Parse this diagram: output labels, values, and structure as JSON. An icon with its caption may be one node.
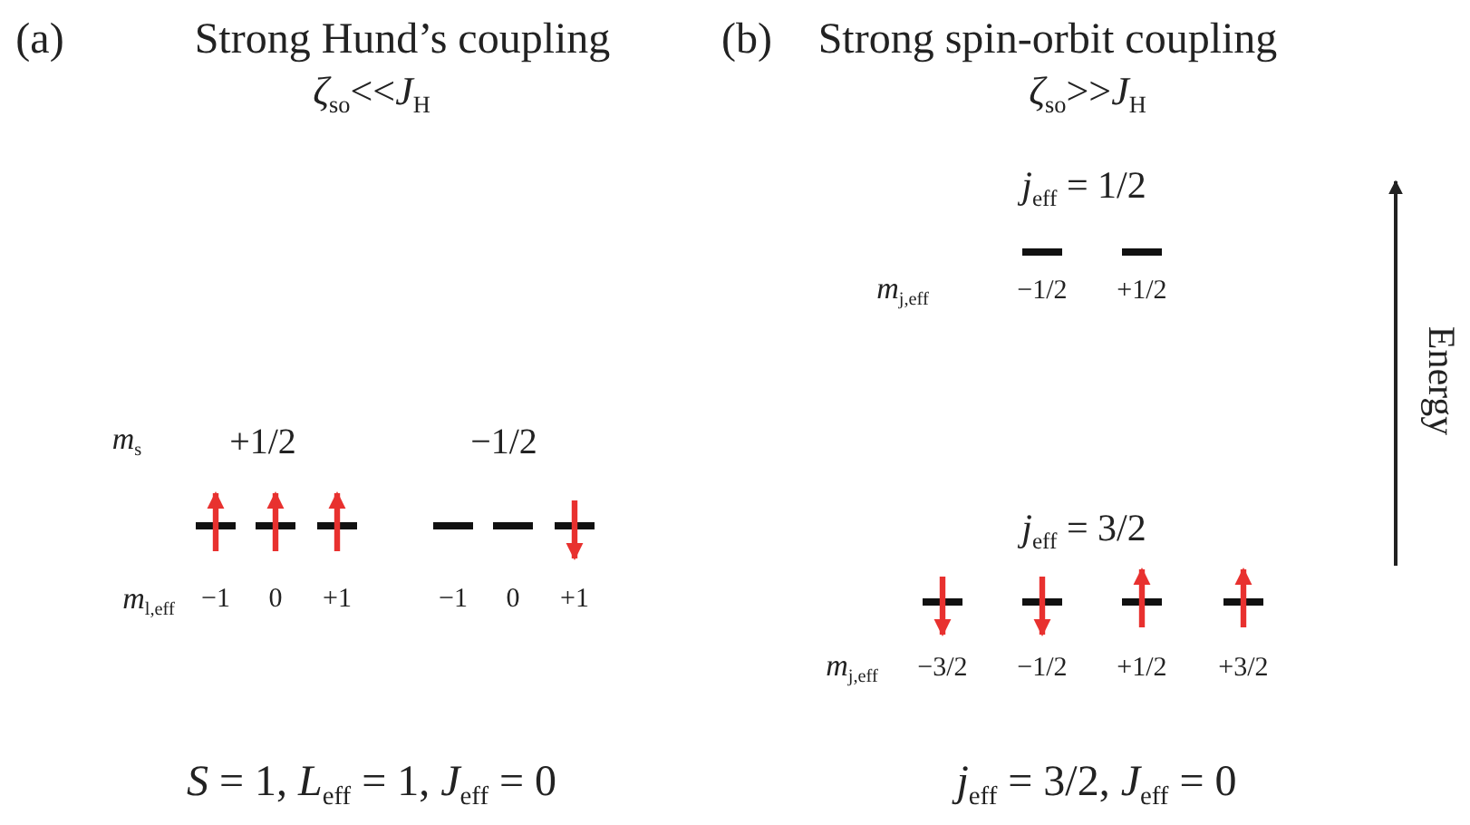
{
  "diagram": {
    "labels": [
      "(a)",
      "Strong Hund’s coupling",
      "(b)",
      "Strong spin-orbit coupling",
      "*ζ*$_{so}$<<*J*$_{H}$",
      "*ζ*$_{so}$>>*J*$_{H}$",
      "*j*$_{eff}$ = 1/2",
      "Energy",
      "*m*$_{j,eff}$",
      "−1/2",
      "+1/2",
      "*m*$_{s}$",
      "+1/2",
      "−1/2",
      "*j*$_{eff}$ = 3/2",
      "*m*$_{l,eff}$",
      "−1",
      "0",
      "+1",
      "−1",
      "0",
      "+1",
      "*m*$_{j,eff}$",
      "−3/2",
      "−1/2",
      "+1/2",
      "+3/2",
      "*S* = 1, *L*$_{eff}$ = 1, *J*$_{eff}$ = 0",
      "*j*$_{eff}$ = 3/2, *J*$_{eff}$ = 0"
    ]
  }
}
